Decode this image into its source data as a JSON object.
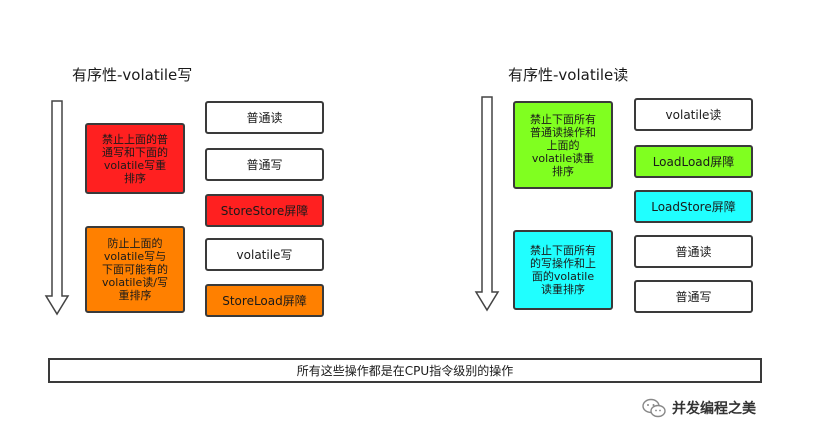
{
  "left": {
    "title": "有序性-volatile写",
    "steps": [
      "普通读",
      "普通写",
      "StoreStore屏障",
      "volatile写",
      "StoreLoad屏障"
    ],
    "notes": [
      "禁止上面的普\n通写和下面的\nvolatile写重\n排序",
      "防止上面的\nvolatile写与\n下面可能有的\nvolatile读/写\n重排序"
    ]
  },
  "right": {
    "title": "有序性-volatile读",
    "steps": [
      "volatile读",
      "LoadLoad屏障",
      "LoadStore屏障",
      "普通读",
      "普通写"
    ],
    "notes": [
      "禁止下面所有\n普通读操作和\n上面的\nvolatile读重\n排序",
      "禁止下面所有\n的写操作和上\n面的volatile\n读重排序"
    ]
  },
  "footer": "所有这些操作都是在CPU指令级别的操作",
  "watermark": "并发编程之美",
  "colors": {
    "red": "#ff2020",
    "orange": "#ff8000",
    "green": "#80ff20",
    "cyan": "#20ffff",
    "white": "#ffffff"
  }
}
